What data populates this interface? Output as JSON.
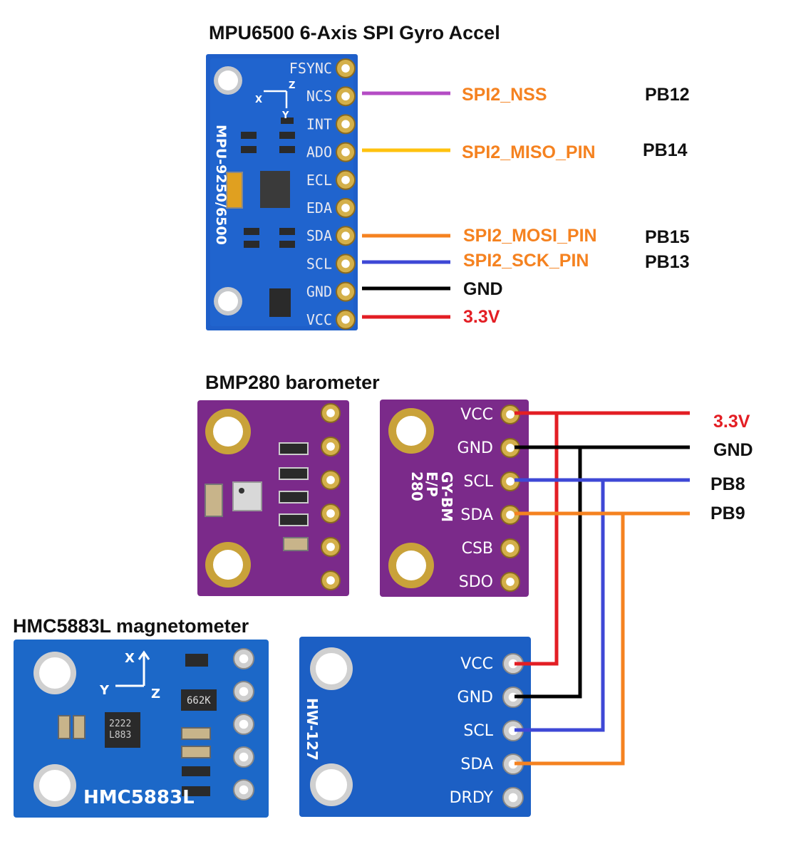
{
  "titles": {
    "mpu": "MPU6500 6-Axis SPI Gyro Accel",
    "bmp": "BMP280 barometer",
    "hmc": "HMC5883L magnetometer"
  },
  "colors": {
    "signal_label": "#f58220",
    "power": "#e31e24",
    "ground": "#000000",
    "nss_wire": "#b44cc4",
    "miso_wire": "#ffc20e",
    "mosi_wire": "#f58220",
    "sck_wire": "#3e48d6",
    "i2c_scl_wire": "#3e48d6",
    "i2c_sda_wire": "#f58220",
    "mpu_board": "#1f5fc9",
    "bmp_board": "#7b2a8a",
    "hmc_board": "#1c68c8"
  },
  "mpu": {
    "board_text": "MPU-9250/6500",
    "axis": {
      "x": "X",
      "y": "Y",
      "z": "Z"
    },
    "pins": [
      "FSYNC",
      "NCS",
      "INT",
      "ADO",
      "ECL",
      "EDA",
      "SDA",
      "SCL",
      "GND",
      "VCC"
    ],
    "connections": [
      {
        "signal": "SPI2_NSS",
        "port": "PB12"
      },
      {
        "signal": "SPI2_MISO_PIN",
        "port": "PB14"
      },
      {
        "signal": "SPI2_MOSI_PIN",
        "port": "PB15"
      },
      {
        "signal": "SPI2_SCK_PIN",
        "port": "PB13"
      },
      {
        "signal": "GND"
      },
      {
        "signal": "3.3V"
      }
    ]
  },
  "bmp": {
    "board_text": [
      "GY-BM",
      "E/P",
      "280"
    ],
    "pins": [
      "VCC",
      "GND",
      "SCL",
      "SDA",
      "CSB",
      "SDO"
    ]
  },
  "hmc": {
    "board_text": "HMC5883L",
    "chip_text": [
      "2222",
      "L883"
    ],
    "marking": "662K",
    "axis": {
      "x": "X",
      "y": "Y",
      "z": "Z"
    },
    "back_text": "HW-127",
    "pins": [
      "VCC",
      "GND",
      "SCL",
      "SDA",
      "DRDY"
    ]
  },
  "bus": [
    {
      "label": "3.3V"
    },
    {
      "label": "GND"
    },
    {
      "label": "PB8"
    },
    {
      "label": "PB9"
    }
  ]
}
